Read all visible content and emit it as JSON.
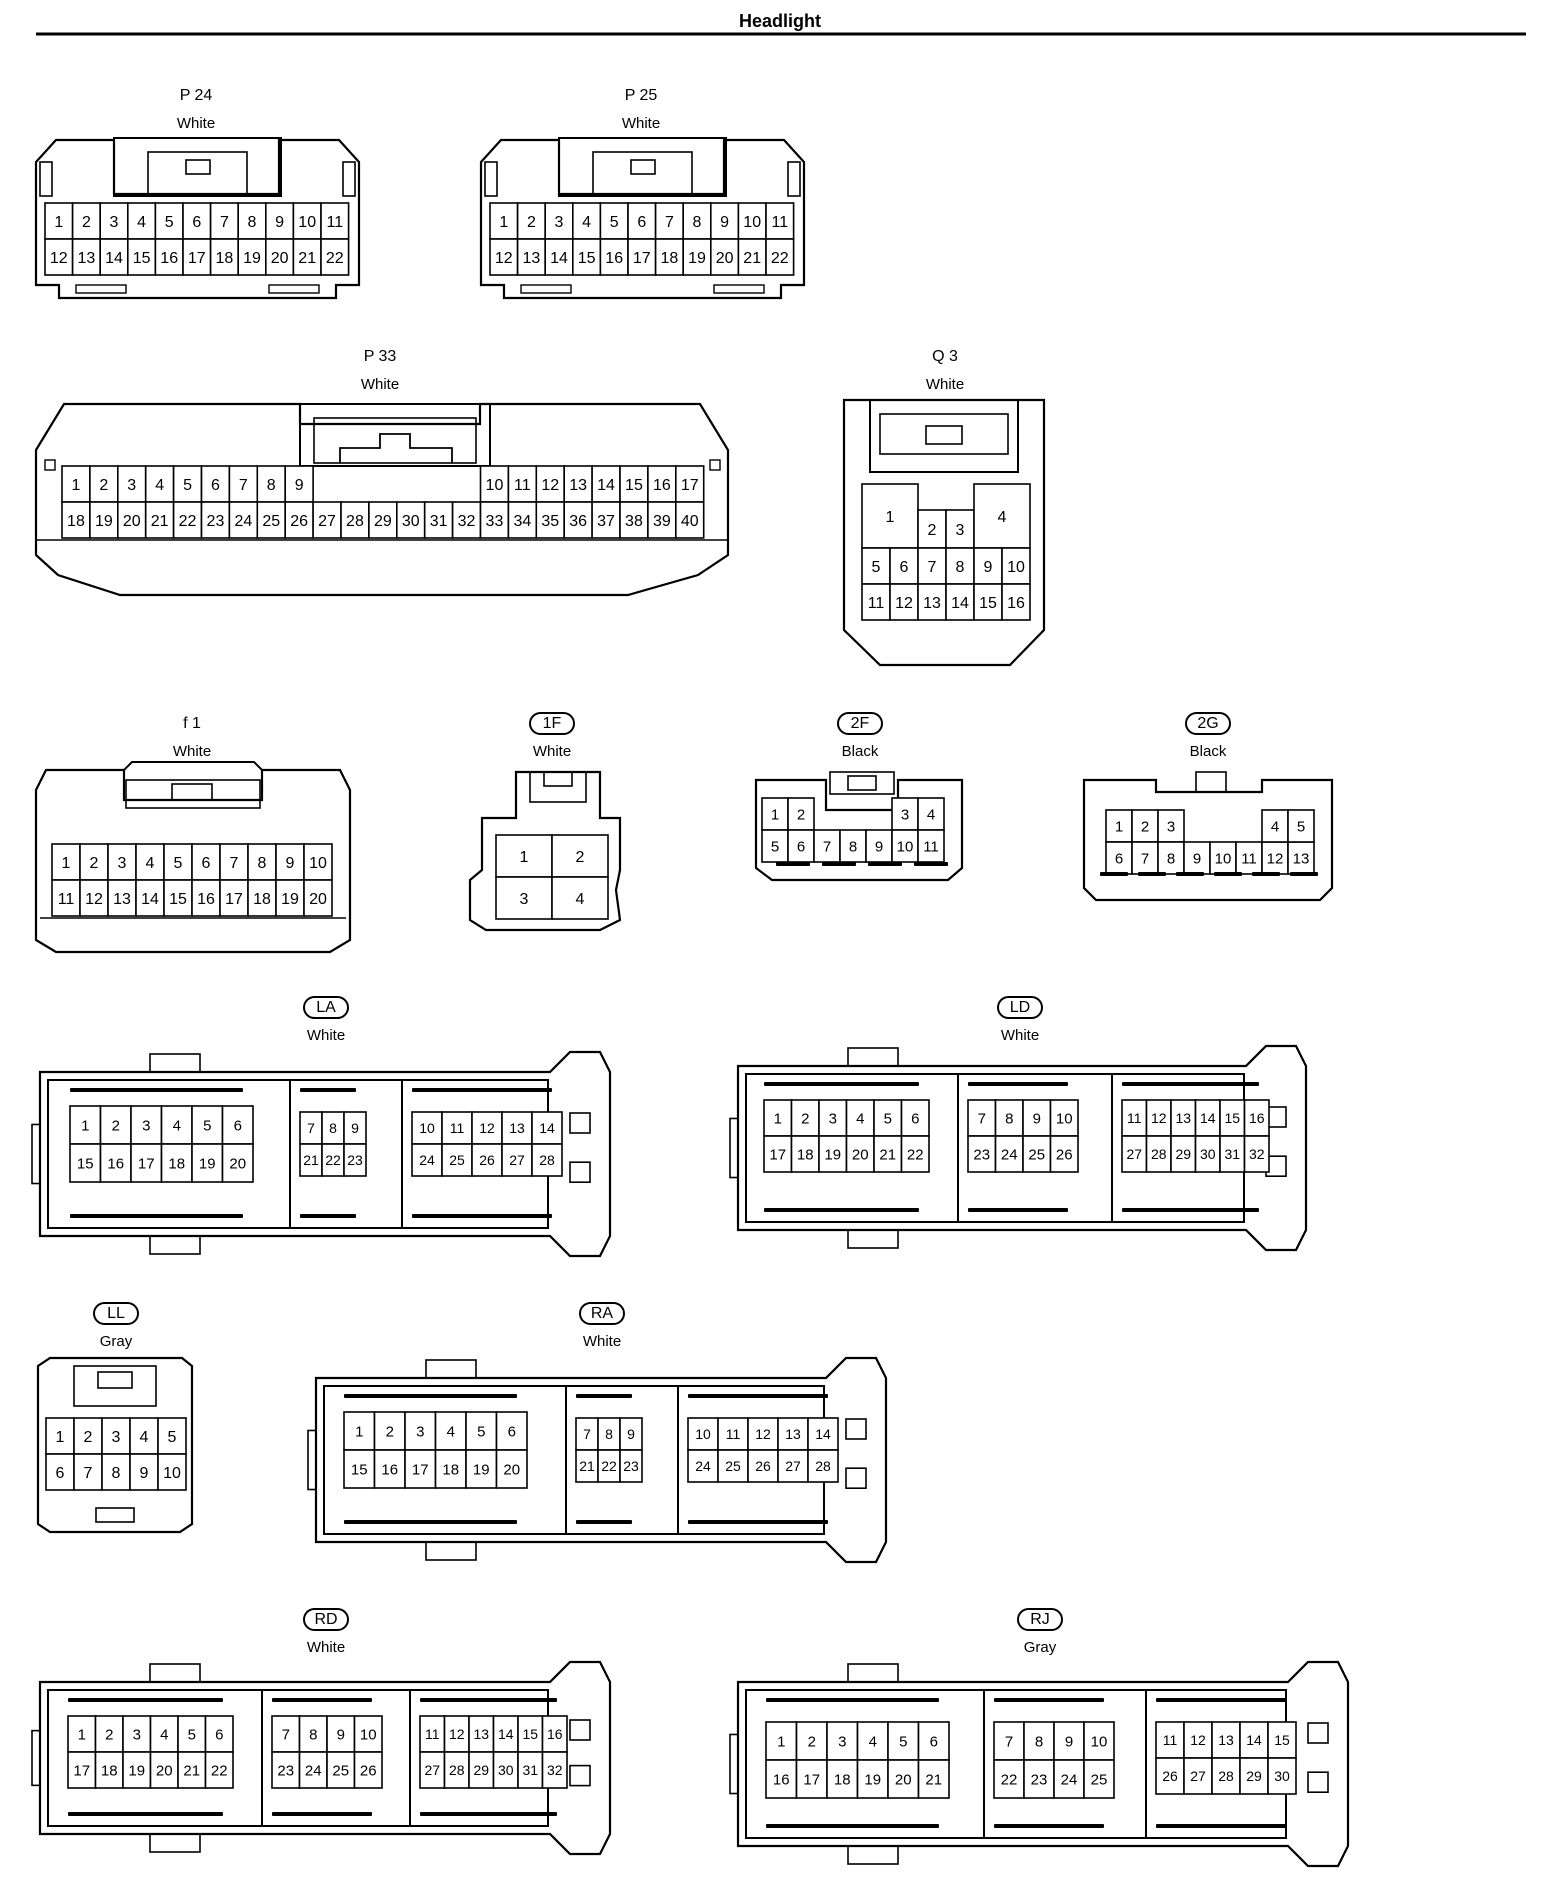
{
  "page": {
    "title": "Headlight"
  },
  "connectors": [
    {
      "id": "p24",
      "code": "P 24",
      "tag": false,
      "color": "White",
      "rows": [
        [
          "1",
          "2",
          "3",
          "4",
          "5",
          "6",
          "7",
          "8",
          "9",
          "10",
          "11"
        ],
        [
          "12",
          "13",
          "14",
          "15",
          "16",
          "17",
          "18",
          "19",
          "20",
          "21",
          "22"
        ]
      ]
    },
    {
      "id": "p25",
      "code": "P 25",
      "tag": false,
      "color": "White",
      "rows": [
        [
          "1",
          "2",
          "3",
          "4",
          "5",
          "6",
          "7",
          "8",
          "9",
          "10",
          "11"
        ],
        [
          "12",
          "13",
          "14",
          "15",
          "16",
          "17",
          "18",
          "19",
          "20",
          "21",
          "22"
        ]
      ]
    },
    {
      "id": "p33",
      "code": "P 33",
      "tag": false,
      "color": "White",
      "rows": [
        [
          "1",
          "2",
          "3",
          "4",
          "5",
          "6",
          "7",
          "8",
          "9",
          "",
          "",
          "",
          "",
          "",
          "",
          "",
          "10",
          "11",
          "12",
          "13",
          "14",
          "15",
          "16",
          "17"
        ],
        [
          "18",
          "19",
          "20",
          "21",
          "22",
          "23",
          "24",
          "25",
          "26",
          "27",
          "28",
          "29",
          "30",
          "31",
          "32",
          "33",
          "34",
          "35",
          "36",
          "37",
          "38",
          "39",
          "40"
        ]
      ]
    },
    {
      "id": "q3",
      "code": "Q 3",
      "tag": false,
      "color": "White",
      "cells": [
        "1",
        "2",
        "3",
        "4",
        "5",
        "6",
        "7",
        "8",
        "9",
        "10",
        "11",
        "12",
        "13",
        "14",
        "15",
        "16"
      ]
    },
    {
      "id": "f1",
      "code": "f 1",
      "tag": false,
      "color": "White",
      "rows": [
        [
          "1",
          "2",
          "3",
          "4",
          "5",
          "6",
          "7",
          "8",
          "9",
          "10"
        ],
        [
          "11",
          "12",
          "13",
          "14",
          "15",
          "16",
          "17",
          "18",
          "19",
          "20"
        ]
      ]
    },
    {
      "id": "c1f",
      "code": "1F",
      "tag": true,
      "color": "White",
      "rows": [
        [
          "1",
          "2"
        ],
        [
          "3",
          "4"
        ]
      ]
    },
    {
      "id": "c2f",
      "code": "2F",
      "tag": true,
      "color": "Black",
      "rows": [
        [
          "1",
          "2",
          "",
          "",
          "",
          "3",
          "4"
        ],
        [
          "5",
          "6",
          "7",
          "8",
          "9",
          "10",
          "11"
        ]
      ]
    },
    {
      "id": "c2g",
      "code": "2G",
      "tag": true,
      "color": "Black",
      "rows": [
        [
          "1",
          "2",
          "3",
          "",
          "",
          "",
          "4",
          "5"
        ],
        [
          "6",
          "7",
          "8",
          "9",
          "10",
          "11",
          "12",
          "13"
        ]
      ]
    },
    {
      "id": "la",
      "code": "LA",
      "tag": true,
      "color": "White",
      "blocks": [
        {
          "rows": [
            [
              "1",
              "2",
              "3",
              "4",
              "5",
              "6"
            ],
            [
              "15",
              "16",
              "17",
              "18",
              "19",
              "20"
            ]
          ]
        },
        {
          "rows": [
            [
              "7",
              "8",
              "9"
            ],
            [
              "21",
              "22",
              "23"
            ]
          ]
        },
        {
          "rows": [
            [
              "10",
              "11",
              "12",
              "13",
              "14"
            ],
            [
              "24",
              "25",
              "26",
              "27",
              "28"
            ]
          ]
        }
      ]
    },
    {
      "id": "ld",
      "code": "LD",
      "tag": true,
      "color": "White",
      "blocks": [
        {
          "rows": [
            [
              "1",
              "2",
              "3",
              "4",
              "5",
              "6"
            ],
            [
              "17",
              "18",
              "19",
              "20",
              "21",
              "22"
            ]
          ]
        },
        {
          "rows": [
            [
              "7",
              "8",
              "9",
              "10"
            ],
            [
              "23",
              "24",
              "25",
              "26"
            ]
          ]
        },
        {
          "rows": [
            [
              "11",
              "12",
              "13",
              "14",
              "15",
              "16"
            ],
            [
              "27",
              "28",
              "29",
              "30",
              "31",
              "32"
            ]
          ]
        }
      ]
    },
    {
      "id": "ll",
      "code": "LL",
      "tag": true,
      "color": "Gray",
      "rows": [
        [
          "1",
          "2",
          "3",
          "4",
          "5"
        ],
        [
          "6",
          "7",
          "8",
          "9",
          "10"
        ]
      ]
    },
    {
      "id": "ra",
      "code": "RA",
      "tag": true,
      "color": "White",
      "blocks": [
        {
          "rows": [
            [
              "1",
              "2",
              "3",
              "4",
              "5",
              "6"
            ],
            [
              "15",
              "16",
              "17",
              "18",
              "19",
              "20"
            ]
          ]
        },
        {
          "rows": [
            [
              "7",
              "8",
              "9"
            ],
            [
              "21",
              "22",
              "23"
            ]
          ]
        },
        {
          "rows": [
            [
              "10",
              "11",
              "12",
              "13",
              "14"
            ],
            [
              "24",
              "25",
              "26",
              "27",
              "28"
            ]
          ]
        }
      ]
    },
    {
      "id": "rd",
      "code": "RD",
      "tag": true,
      "color": "White",
      "blocks": [
        {
          "rows": [
            [
              "1",
              "2",
              "3",
              "4",
              "5",
              "6"
            ],
            [
              "17",
              "18",
              "19",
              "20",
              "21",
              "22"
            ]
          ]
        },
        {
          "rows": [
            [
              "7",
              "8",
              "9",
              "10"
            ],
            [
              "23",
              "24",
              "25",
              "26"
            ]
          ]
        },
        {
          "rows": [
            [
              "11",
              "12",
              "13",
              "14",
              "15",
              "16"
            ],
            [
              "27",
              "28",
              "29",
              "30",
              "31",
              "32"
            ]
          ]
        }
      ]
    },
    {
      "id": "rj",
      "code": "RJ",
      "tag": true,
      "color": "Gray",
      "blocks": [
        {
          "rows": [
            [
              "1",
              "2",
              "3",
              "4",
              "5",
              "6"
            ],
            [
              "16",
              "17",
              "18",
              "19",
              "20",
              "21"
            ]
          ]
        },
        {
          "rows": [
            [
              "7",
              "8",
              "9",
              "10"
            ],
            [
              "22",
              "23",
              "24",
              "25"
            ]
          ]
        },
        {
          "rows": [
            [
              "11",
              "12",
              "13",
              "14",
              "15"
            ],
            [
              "26",
              "27",
              "28",
              "29",
              "30"
            ]
          ]
        }
      ]
    }
  ]
}
